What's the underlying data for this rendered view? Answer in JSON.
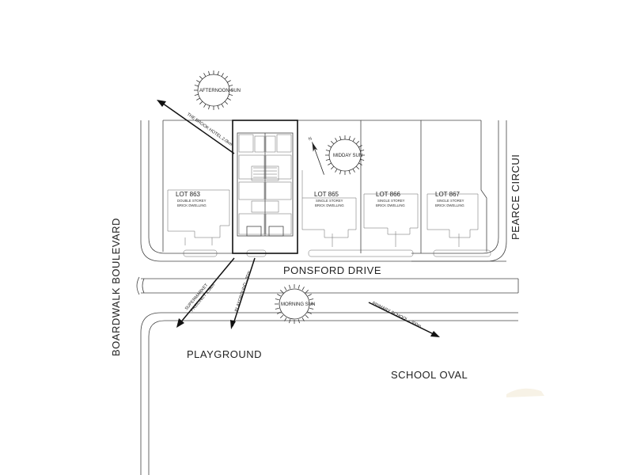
{
  "streets": {
    "ponsford": "PONSFORD DRIVE",
    "boardwalk": "BOARDWALK BOULEVARD",
    "pearce": "PEARCE CIRCUI"
  },
  "areas": {
    "playground": "PLAYGROUND",
    "school_oval": "SCHOOL OVAL"
  },
  "suns": {
    "afternoon": "AFTERNOON SUN",
    "midday": "MIDDAY SUN",
    "morning": "MORNING SUN"
  },
  "lots": [
    {
      "title": "LOT 863",
      "line1": "DOUBLE STOREY",
      "line2": "BRICK DWELLING"
    },
    {
      "title": "LOT 865",
      "line1": "SINGLE STOREY",
      "line2": "BRICK DWELLING"
    },
    {
      "title": "LOT 866",
      "line1": "SINGLE STOREY",
      "line2": "BRICK DWELLING"
    },
    {
      "title": "LOT 867",
      "line1": "SINGLE STOREY",
      "line2": "BRICK DWELLING"
    }
  ],
  "directions": {
    "hotel": "THE BROOK HOTEL 2.0km",
    "supermarket_line1": "SUPERMARKET",
    "supermarket_line2": "PRECINCT 1.5km",
    "playground": "PLAYGROUND - 30m",
    "school": "PRIMARY SCHOOL - 300m"
  },
  "north_marker": "N"
}
